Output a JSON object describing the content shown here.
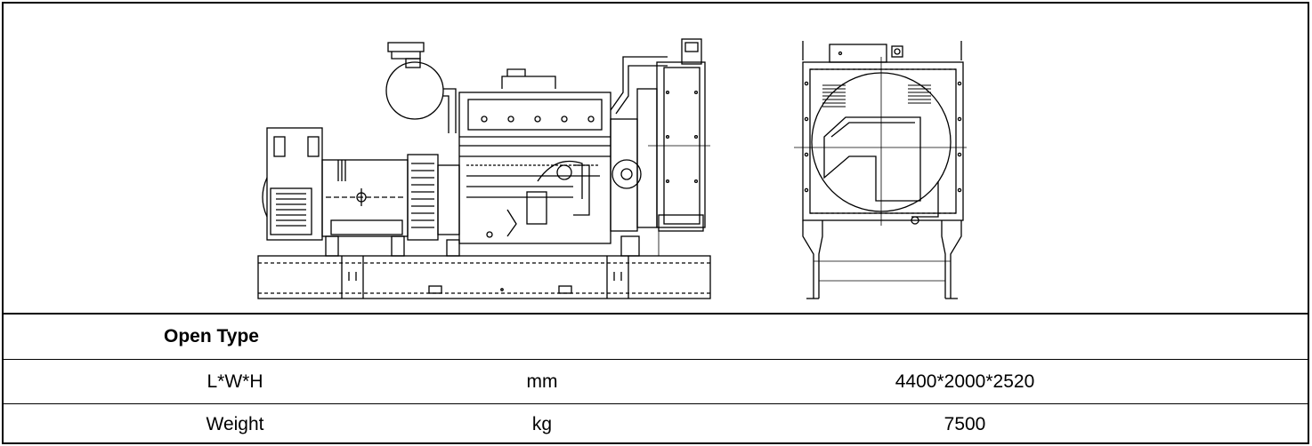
{
  "spec_table": {
    "section_title": "Open Type",
    "rows": [
      {
        "label": "L*W*H",
        "unit": "mm",
        "value": "4400*2000*2520"
      },
      {
        "label": "Weight",
        "unit": "kg",
        "value": "7500"
      }
    ]
  },
  "drawings": {
    "side_view": "generator-set-side-view",
    "end_view": "generator-set-end-view"
  }
}
